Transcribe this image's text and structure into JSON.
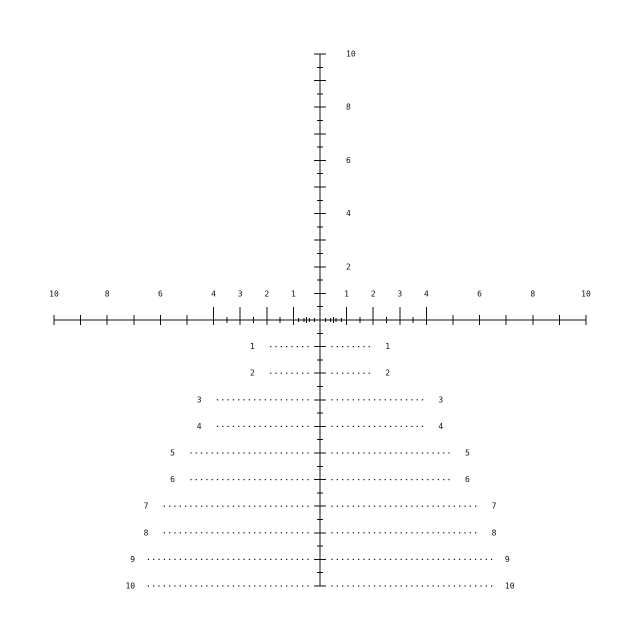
{
  "reticle": {
    "line_color": "#111111",
    "background": "#ffffff",
    "top_labels": [
      "2",
      "4",
      "6",
      "8",
      "10"
    ],
    "left_labels": [
      "1",
      "2",
      "3",
      "4",
      "6",
      "8",
      "10"
    ],
    "right_labels": [
      "1",
      "2",
      "3",
      "4",
      "6",
      "8",
      "10"
    ],
    "lower_left_labels": [
      "1",
      "2",
      "3",
      "4",
      "5",
      "6",
      "7",
      "8",
      "9",
      "10"
    ],
    "lower_right_labels": [
      "1",
      "2",
      "3",
      "4",
      "5",
      "6",
      "7",
      "8",
      "9",
      "10"
    ]
  }
}
